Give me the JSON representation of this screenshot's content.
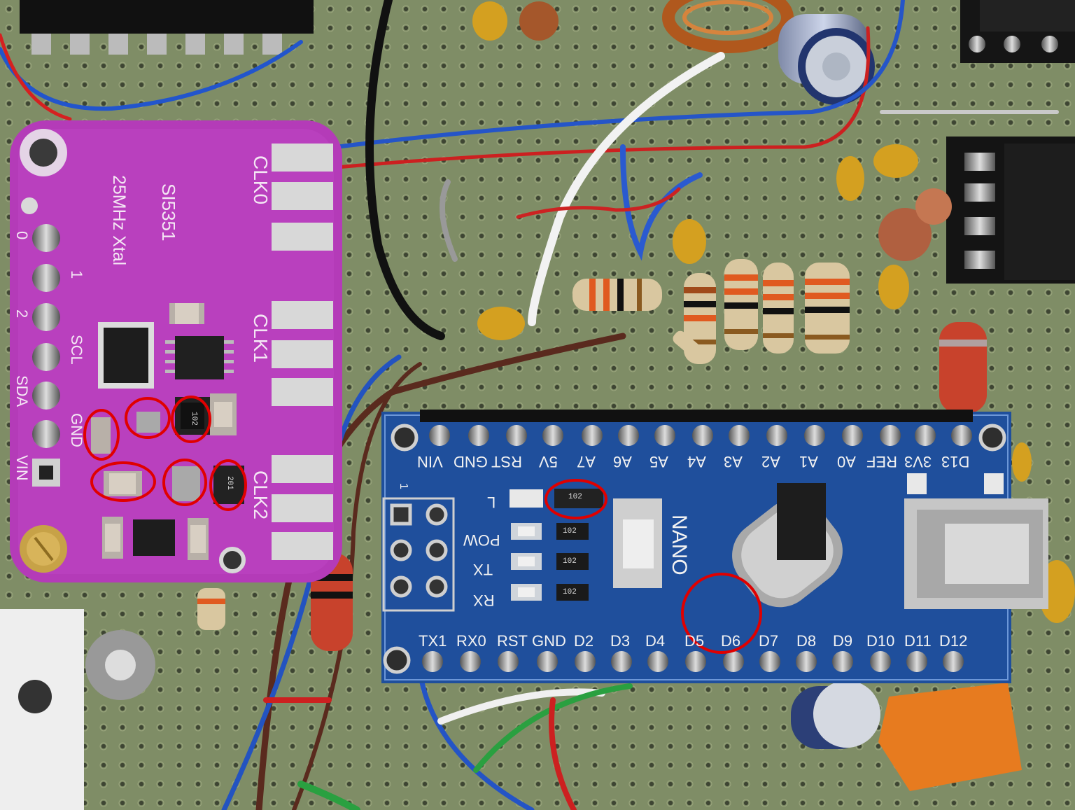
{
  "photo": {
    "colors": {
      "board": "#7d8a63",
      "module_purple": "#b43bb8",
      "nano_blue": "#1f4f9c",
      "annotation_red": "#e00000",
      "solder": "#c9c9c9"
    },
    "si5351_module": {
      "chip_text": "SI5351",
      "crystal_text": "25MHz Xtal",
      "outputs": [
        "CLK0",
        "CLK1",
        "CLK2"
      ],
      "pins": [
        "0",
        "1",
        "2",
        "SCL",
        "SDA",
        "GND",
        "VIN"
      ],
      "smd_codes": [
        "102",
        "201"
      ]
    },
    "nano_module": {
      "board_text": "NANO",
      "top_pins": [
        "VIN",
        "GND",
        "RST",
        "5V",
        "A7",
        "A6",
        "A5",
        "A4",
        "A3",
        "A2",
        "A1",
        "A0",
        "REF",
        "3V3",
        "D13"
      ],
      "bottom_pins": [
        "TX1",
        "RX0",
        "RST",
        "GND",
        "D2",
        "D3",
        "D4",
        "D5",
        "D6",
        "D7",
        "D8",
        "D9",
        "D10",
        "D11",
        "D12"
      ],
      "leds": [
        "L",
        "POW",
        "TX",
        "RX"
      ],
      "smd_codes": [
        "102",
        "102",
        "102",
        "102"
      ],
      "header_label": "1"
    },
    "annotations": {
      "red_circles_count": 8
    }
  }
}
